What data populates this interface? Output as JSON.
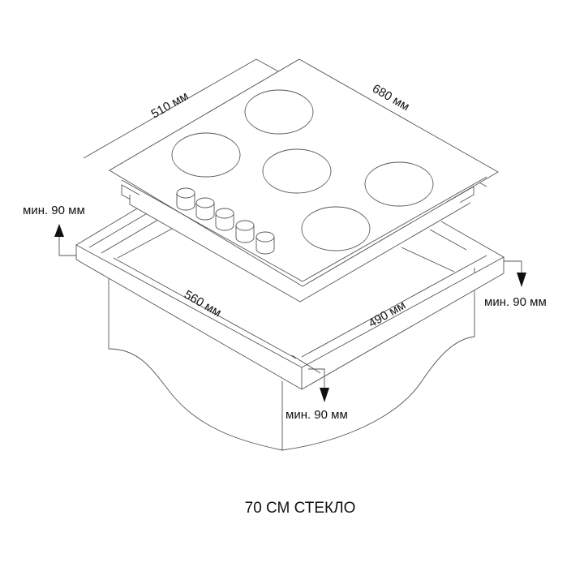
{
  "diagram": {
    "title": "70 СМ СТЕКЛО",
    "hob_width": "510 мм",
    "hob_length": "680 мм",
    "cutout_length": "560 мм",
    "cutout_width": "490 мм",
    "clearance_left": "мин. 90 мм",
    "clearance_right": "мин. 90 мм",
    "clearance_front": "мин. 90 мм",
    "burner_count": 5,
    "knob_count": 5,
    "arrow_icons": [
      "arrow-up-icon",
      "arrow-down-icon",
      "arrow-down-icon"
    ]
  }
}
